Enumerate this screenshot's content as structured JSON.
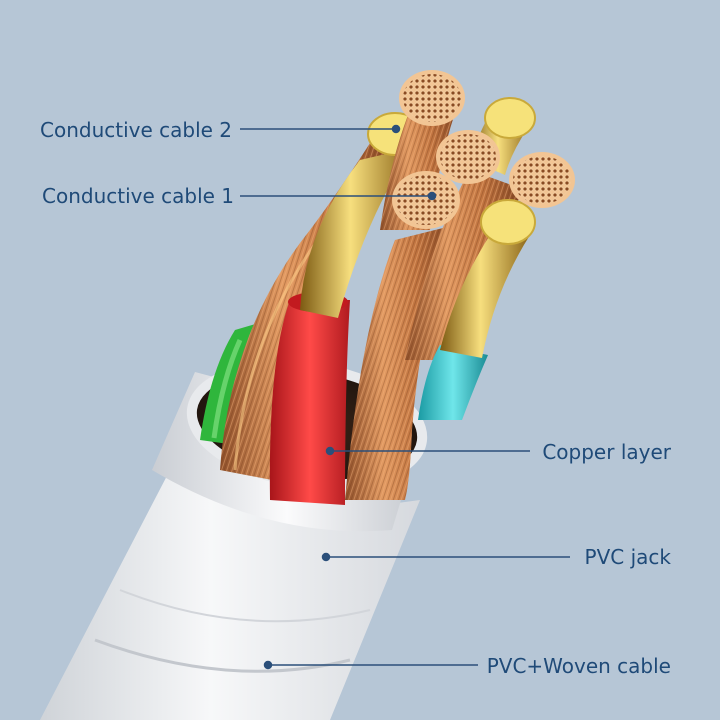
{
  "callouts": {
    "conductive_cable_2": "Conductive cable 2",
    "conductive_cable_1": "Conductive cable 1",
    "copper_layer": "Copper layer",
    "pvc_jack": "PVC jack",
    "pvc_woven_cable": "PVC+Woven cable"
  },
  "colors": {
    "background": "#b6c6d6",
    "label_text": "#1f4a78",
    "leader_line": "#2b4f7a",
    "jacket": "#e9eaec",
    "copper": "#c77a45",
    "gold_core": "#f2d56b",
    "insulation_red": "#e2262c",
    "insulation_green": "#2fb63c",
    "insulation_cyan": "#3cc9cf"
  }
}
